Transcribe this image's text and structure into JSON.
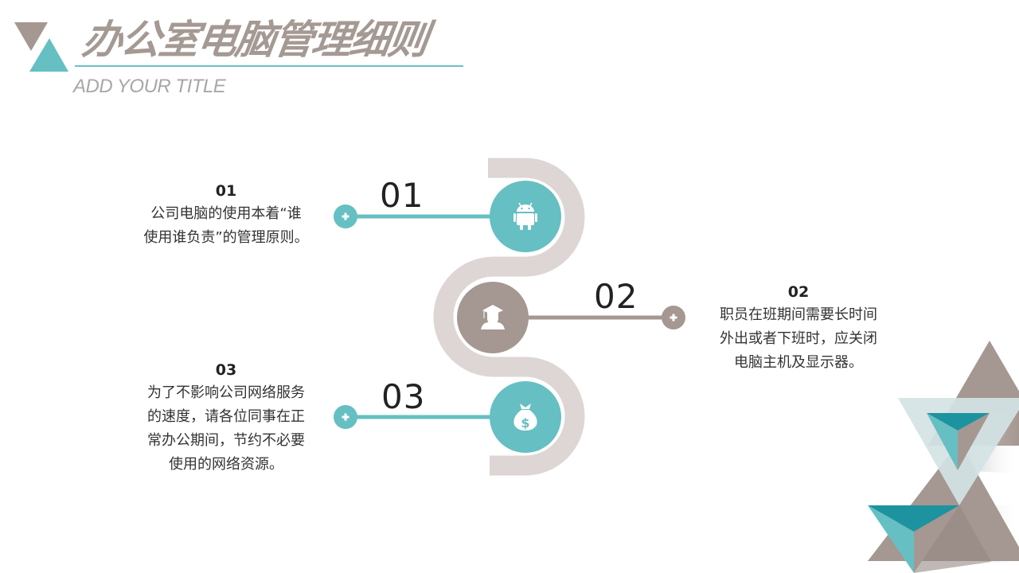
{
  "header": {
    "title": "办公室电脑管理细则",
    "subtitle": "ADD YOUR TITLE"
  },
  "colors": {
    "teal": "#66bfc2",
    "taupe": "#a59791",
    "curve": "#ddd6d4",
    "dark_teal": "#1e93a0",
    "pale_teal": "#d4e3e5",
    "text": "#333333"
  },
  "steps": [
    {
      "number": "01",
      "heading": "01",
      "lines": [
        "公司电脑的使用本着“谁",
        "使用谁负责”的管理原则。"
      ],
      "icon": "android-icon",
      "color": "teal"
    },
    {
      "number": "02",
      "heading": "02",
      "lines": [
        "职员在班期间需要长时间",
        "外出或者下班时，应关闭",
        "电脑主机及显示器。"
      ],
      "icon": "graduate-user-icon",
      "color": "taupe"
    },
    {
      "number": "03",
      "heading": "03",
      "lines": [
        "为了不影响公司网络服务",
        "的速度，请各位同事在正",
        "常办公期间，节约不必要",
        "使用的网络资源。"
      ],
      "icon": "money-bag-icon",
      "color": "teal"
    }
  ]
}
